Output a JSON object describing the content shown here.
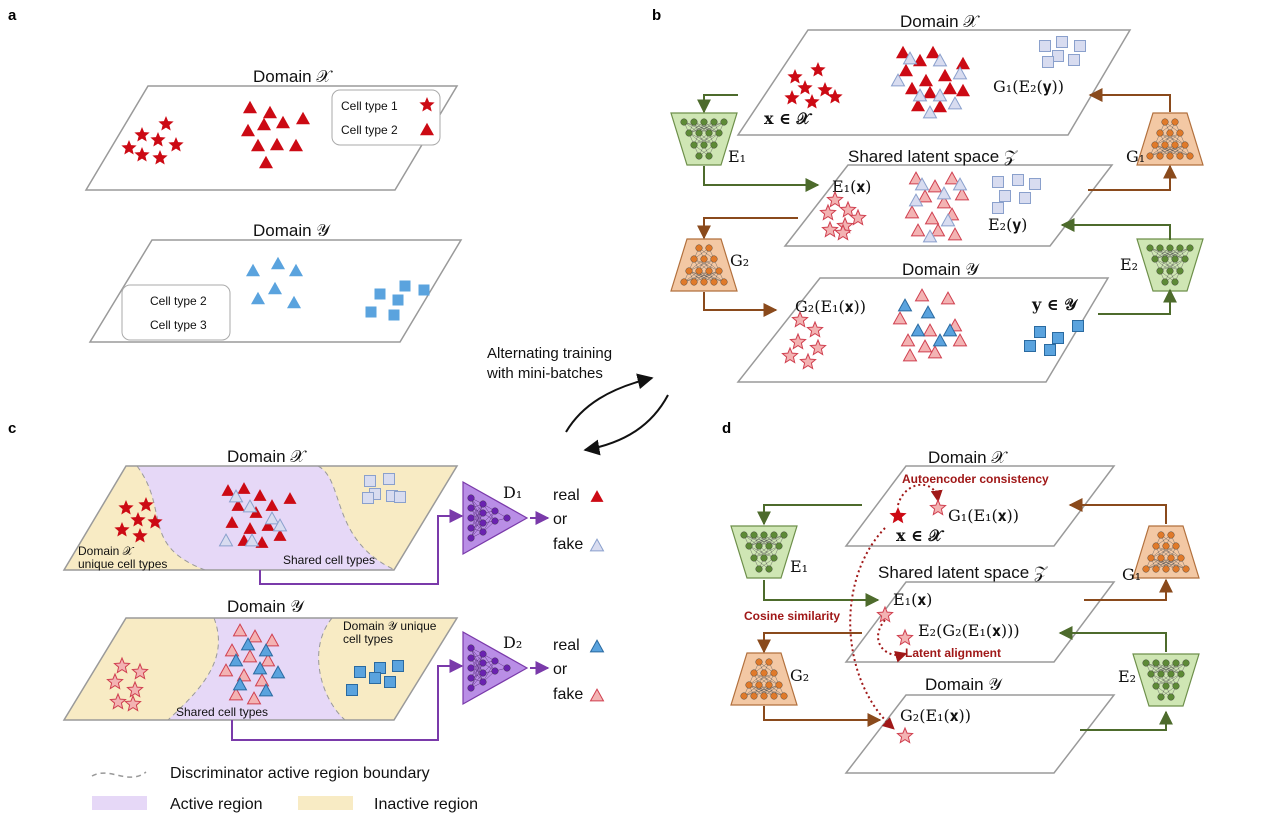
{
  "panels": {
    "a": "a",
    "b": "b",
    "c": "c",
    "d": "d"
  },
  "domain_x": "Domain 𝒳",
  "domain_y": "Domain 𝒴",
  "shared_latent": "Shared latent space 𝒵",
  "legend_a": {
    "ct1": "Cell type 1",
    "ct2": "Cell type 2",
    "ct2y": "Cell type 2",
    "ct3": "Cell type 3"
  },
  "alt_training": {
    "line1": "Alternating training",
    "line2": "with mini-batches"
  },
  "panel_b": {
    "x_in_X": "𝐱 ∈ 𝒳",
    "G1E2y": "G₁(E₂(𝐲))",
    "E1x": "E₁(𝐱)",
    "E2y": "E₂(𝐲)",
    "G2E1x": "G₂(E₁(𝐱))",
    "y_in_Y": "𝐲 ∈ 𝒴",
    "E1": "E₁",
    "G1": "G₁",
    "G2": "G₂",
    "E2": "E₂"
  },
  "panel_c": {
    "x_unique1": "Domain 𝒳",
    "x_unique2": "unique cell types",
    "shared_x": "Shared cell types",
    "y_unique1": "Domain 𝒴 unique",
    "y_unique2": "cell types",
    "shared_y": "Shared cell types",
    "D1": "D₁",
    "D2": "D₂",
    "real": "real",
    "or": "or",
    "fake": "fake"
  },
  "panel_d": {
    "autoencoder": "Autoencoder consistency",
    "G1E1x": "G₁(E₁(𝐱))",
    "x_in_X": "𝐱 ∈ 𝒳",
    "cosine": "Cosine similarity",
    "E1x": "E₁(𝐱)",
    "E2G2E1x": "E₂(G₂(E₁(𝐱)))",
    "latent_alignment": "Latent alignment",
    "G2E1x": "G₂(E₁(𝐱))",
    "E1": "E₁",
    "G1": "G₁",
    "G2": "G₂",
    "E2": "E₂"
  },
  "legend": {
    "boundary": "Discriminator active region boundary",
    "active": "Active region",
    "inactive": "Inactive region"
  },
  "colors": {
    "red": "#cc0a14",
    "blue": "#5aa3de",
    "pink": "#f3b3b3",
    "lavender": "#d8dcf0",
    "active": "#e6d8f7",
    "inactive": "#f8ebc4",
    "encoder_fill": "#cfe6b4",
    "decoder_fill": "#f3c8a4",
    "disc_fill": "#b98ee6",
    "enc_arrow": "#4d6b2c",
    "dec_arrow": "#8a4a1c",
    "disc_arrow": "#7a3aaa",
    "dotted": "#a01818"
  }
}
